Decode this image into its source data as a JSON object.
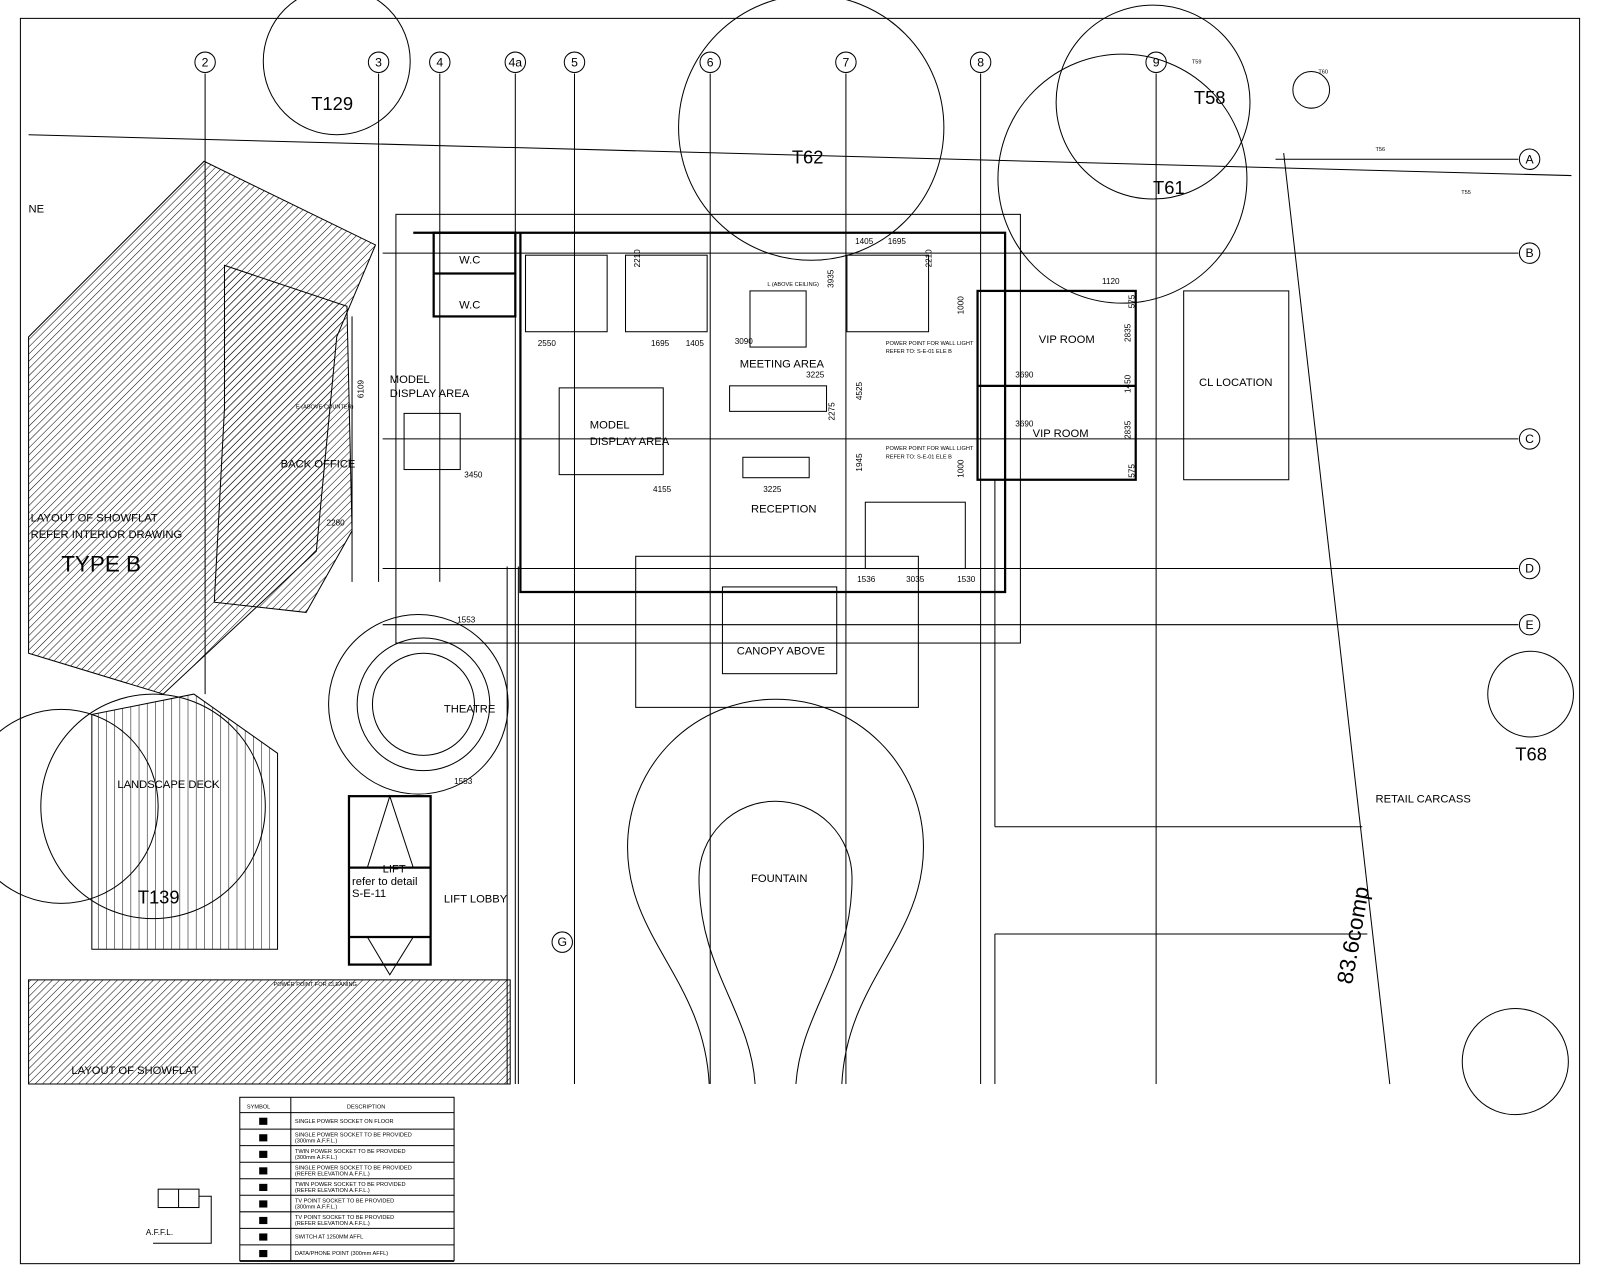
{
  "drawing": {
    "grid_columns": [
      "2",
      "3",
      "4",
      "4a",
      "5",
      "6",
      "7",
      "8",
      "9"
    ],
    "grid_rows": [
      "A",
      "B",
      "C",
      "D",
      "E"
    ],
    "grid_extra": "G",
    "trees": [
      "T129",
      "T62",
      "T58",
      "T61",
      "T68",
      "T139",
      "T59",
      "T56",
      "T55",
      "T60"
    ],
    "rooms": {
      "wc1": "W.C",
      "wc2": "W.C",
      "model_display_1_line1": "MODEL",
      "model_display_1_line2": "DISPLAY AREA",
      "model_display_2_line1": "MODEL",
      "model_display_2_line2": "DISPLAY AREA",
      "meeting_area": "MEETING AREA",
      "reception": "RECEPTION",
      "back_office": "BACK OFFICE",
      "vip_room_1": "VIP ROOM",
      "vip_room_2": "VIP ROOM",
      "cl_location": "CL LOCATION",
      "canopy": "CANOPY ABOVE",
      "theatre": "THEATRE",
      "landscape_deck": "LANDSCAPE DECK",
      "lift": "LIFT",
      "lift_ref_1": "refer to detail",
      "lift_ref_2": "S-E-11",
      "lift_lobby": "LIFT LOBBY",
      "fountain": "FOUNTAIN",
      "retail": "RETAIL CARCASS",
      "showflat_1": "LAYOUT OF SHOWFLAT",
      "showflat_2": "REFER INTERIOR DRAWING",
      "type_b": "TYPE B",
      "showflat_3": "LAYOUT OF SHOWFLAT",
      "edge_label": "NE",
      "comp": "83.6comp"
    },
    "notes": {
      "wall_light_1a": "POWER POINT FOR WALL LIGHT",
      "wall_light_1b": "REFER TO: S-E-01 ELE B",
      "wall_light_2a": "POWER POINT FOR WALL LIGHT",
      "wall_light_2b": "REFER TO: S-E-01 ELE B",
      "above_ceiling": "L (ABOVE CEILING)",
      "above_counter": "E (ABOVE COUNTER)",
      "cleaning": "POWER POINT FOR CLEANING",
      "affl": "A.F.F.L."
    },
    "dimensions": [
      "2550",
      "1695",
      "1405",
      "3090",
      "1405",
      "1695",
      "2210",
      "2210",
      "3935",
      "3225",
      "2275",
      "4525",
      "1945",
      "3450",
      "4155",
      "3225",
      "1536",
      "3035",
      "1530",
      "1120",
      "575",
      "2835",
      "1450",
      "2835",
      "575",
      "1000",
      "1000",
      "3690",
      "3690",
      "6109",
      "1553",
      "1553",
      "2280"
    ]
  },
  "legend": {
    "header_symbol": "SYMBOL",
    "header_description": "DESCRIPTION",
    "rows": [
      {
        "icon": "floor-socket",
        "text": "SINGLE POWER SOCKET ON FLOOR",
        "text2": ""
      },
      {
        "icon": "single-socket-l",
        "text": "SINGLE POWER SOCKET TO BE PROVIDED",
        "text2": "(300mm A.F.F.L.)"
      },
      {
        "icon": "twin-socket-l",
        "text": "TWIN POWER SOCKET TO BE PROVIDED",
        "text2": "(300mm A.F.F.L.)"
      },
      {
        "icon": "single-socket-e",
        "text": "SINGLE POWER SOCKET TO BE PROVIDED",
        "text2": "(REFER ELEVATION A.F.F.L.)"
      },
      {
        "icon": "twin-socket-e",
        "text": "TWIN POWER SOCKET TO BE PROVIDED",
        "text2": "(REFER ELEVATION A.F.F.L.)"
      },
      {
        "icon": "tv-point-l",
        "text": "TV POINT SOCKET TO BE PROVIDED",
        "text2": "(300mm A.F.F.L.)"
      },
      {
        "icon": "tv-point-e",
        "text": "TV POINT SOCKET TO BE PROVIDED",
        "text2": "(REFER ELEVATION A.F.F.L.)"
      },
      {
        "icon": "switch",
        "text": "SWITCH AT 1250MM AFFL",
        "text2": ""
      },
      {
        "icon": "data-point",
        "text": "DATA/PHONE POINT (300mm AFFL)",
        "text2": ""
      }
    ]
  }
}
